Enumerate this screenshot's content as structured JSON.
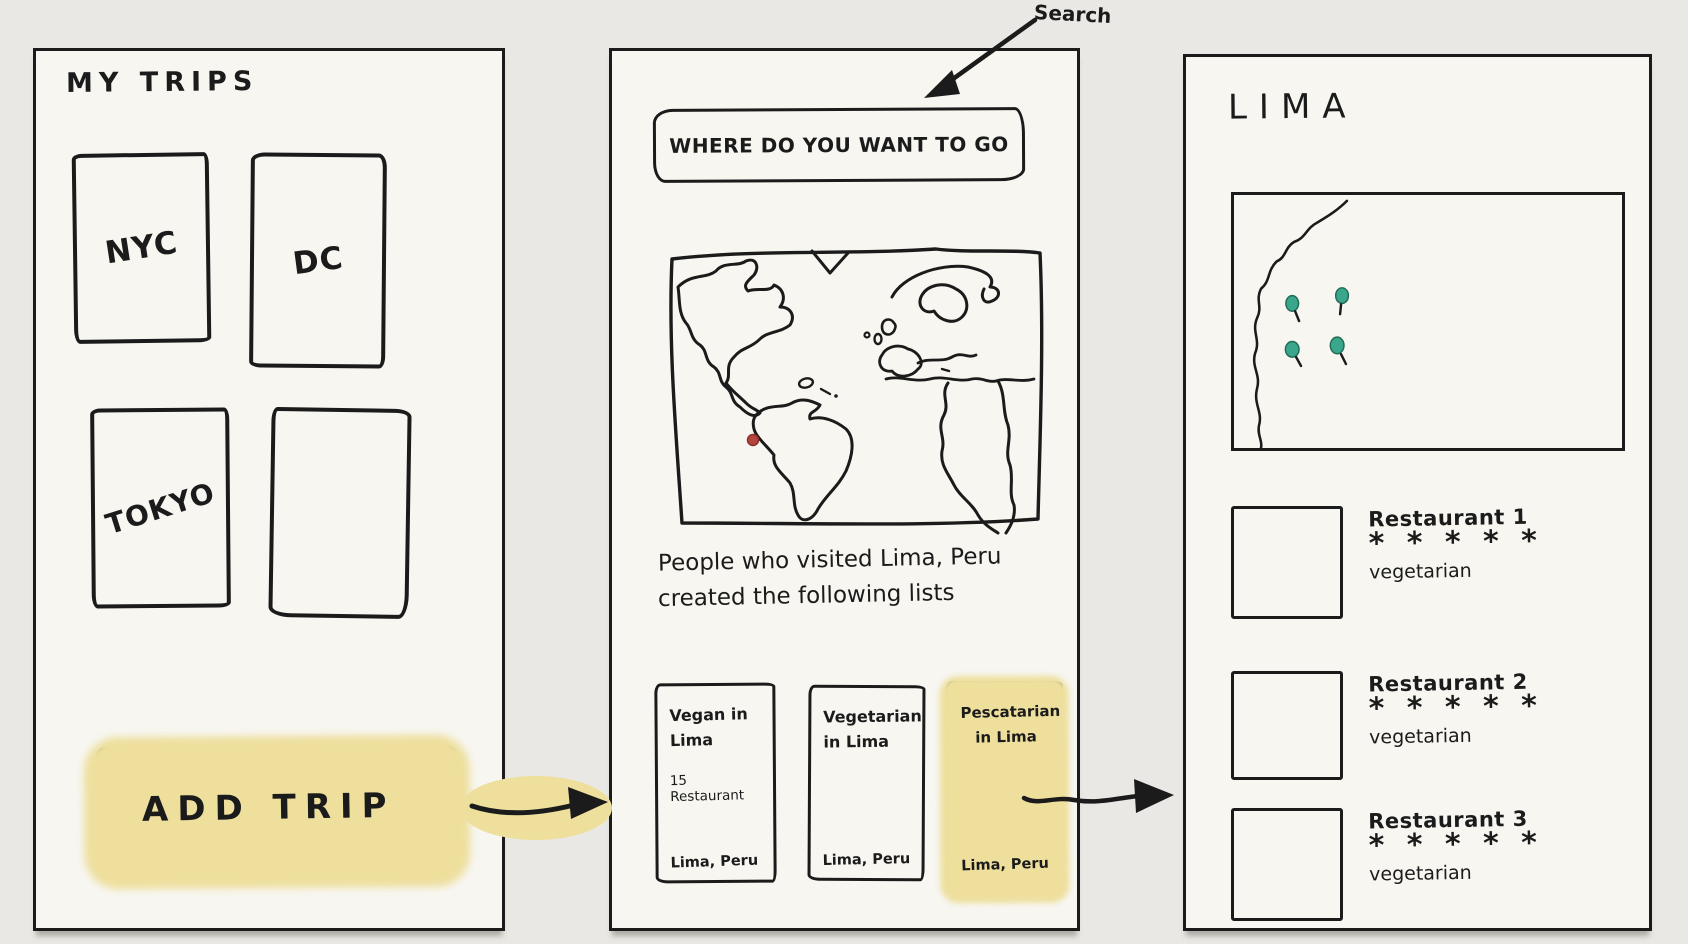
{
  "annotations": {
    "search_label": "Search"
  },
  "my_trips_screen": {
    "title": "MY TRIPS",
    "trip_cards": [
      {
        "label": "NYC"
      },
      {
        "label": "DC"
      },
      {
        "label": "TOKYO"
      },
      {
        "label": ""
      }
    ],
    "add_trip_button": "ADD TRIP"
  },
  "search_screen": {
    "search_input": "WHERE DO YOU WANT TO GO",
    "description_line1": "People who visited Lima, Peru",
    "description_line2": "created the following lists",
    "list_cards": [
      {
        "title": "Vegan in Lima",
        "detail": "15 Restaurant",
        "location": "Lima, Peru"
      },
      {
        "title": "Vegetarian in Lima",
        "detail": "",
        "location": "Lima, Peru"
      },
      {
        "title": "Pescatarian in Lima",
        "detail": "",
        "location": "Lima, Peru"
      }
    ]
  },
  "lima_screen": {
    "title": "LIMA",
    "restaurants": [
      {
        "name": "Restaurant 1",
        "stars": "* * * * *",
        "category": "vegetarian"
      },
      {
        "name": "Restaurant 2",
        "stars": "* * * * *",
        "category": "vegetarian"
      },
      {
        "name": "Restaurant 3",
        "stars": "* * * * *",
        "category": "vegetarian"
      }
    ]
  },
  "colors": {
    "highlight_yellow": "#eedf9d",
    "ink_black": "#1b1b1b",
    "pin_green": "#3aa78c",
    "map_marker_red": "#b5443c",
    "paper_white": "#f7f6f1",
    "canvas_gray": "#e9e8e4"
  }
}
